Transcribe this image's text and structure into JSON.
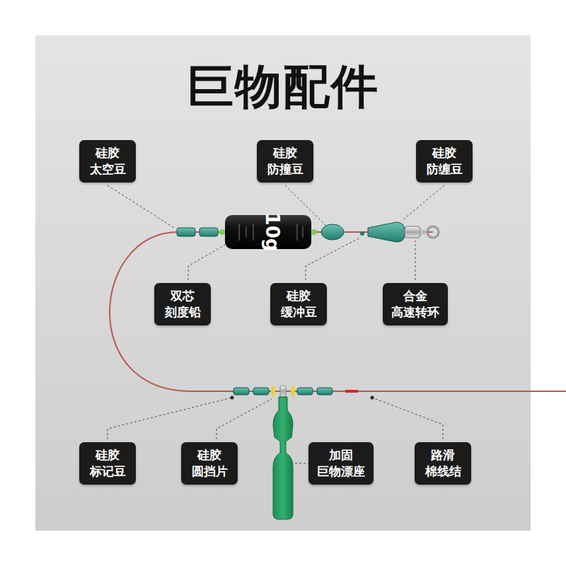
{
  "diagram": {
    "title": "巨物配件",
    "nodes": [
      {
        "text": [
          "硅胶",
          "太空豆"
        ]
      },
      {
        "text": [
          "硅胶",
          "防撞豆"
        ]
      },
      {
        "text": [
          "硅胶",
          "防缠豆"
        ]
      },
      {
        "text": [
          "双芯",
          "刻度铅"
        ]
      },
      {
        "text": [
          "硅胶",
          "缓冲豆"
        ]
      },
      {
        "text": [
          "合金",
          "高速转环"
        ]
      },
      {
        "text": [
          "硅胶",
          "标记豆"
        ]
      },
      {
        "text": [
          "硅胶",
          "圆挡片"
        ]
      },
      {
        "text": [
          "加固",
          "巨物漂座"
        ]
      },
      {
        "text": [
          "路滑",
          "棉线结"
        ]
      }
    ],
    "labels": [
      "10g"
    ]
  }
}
